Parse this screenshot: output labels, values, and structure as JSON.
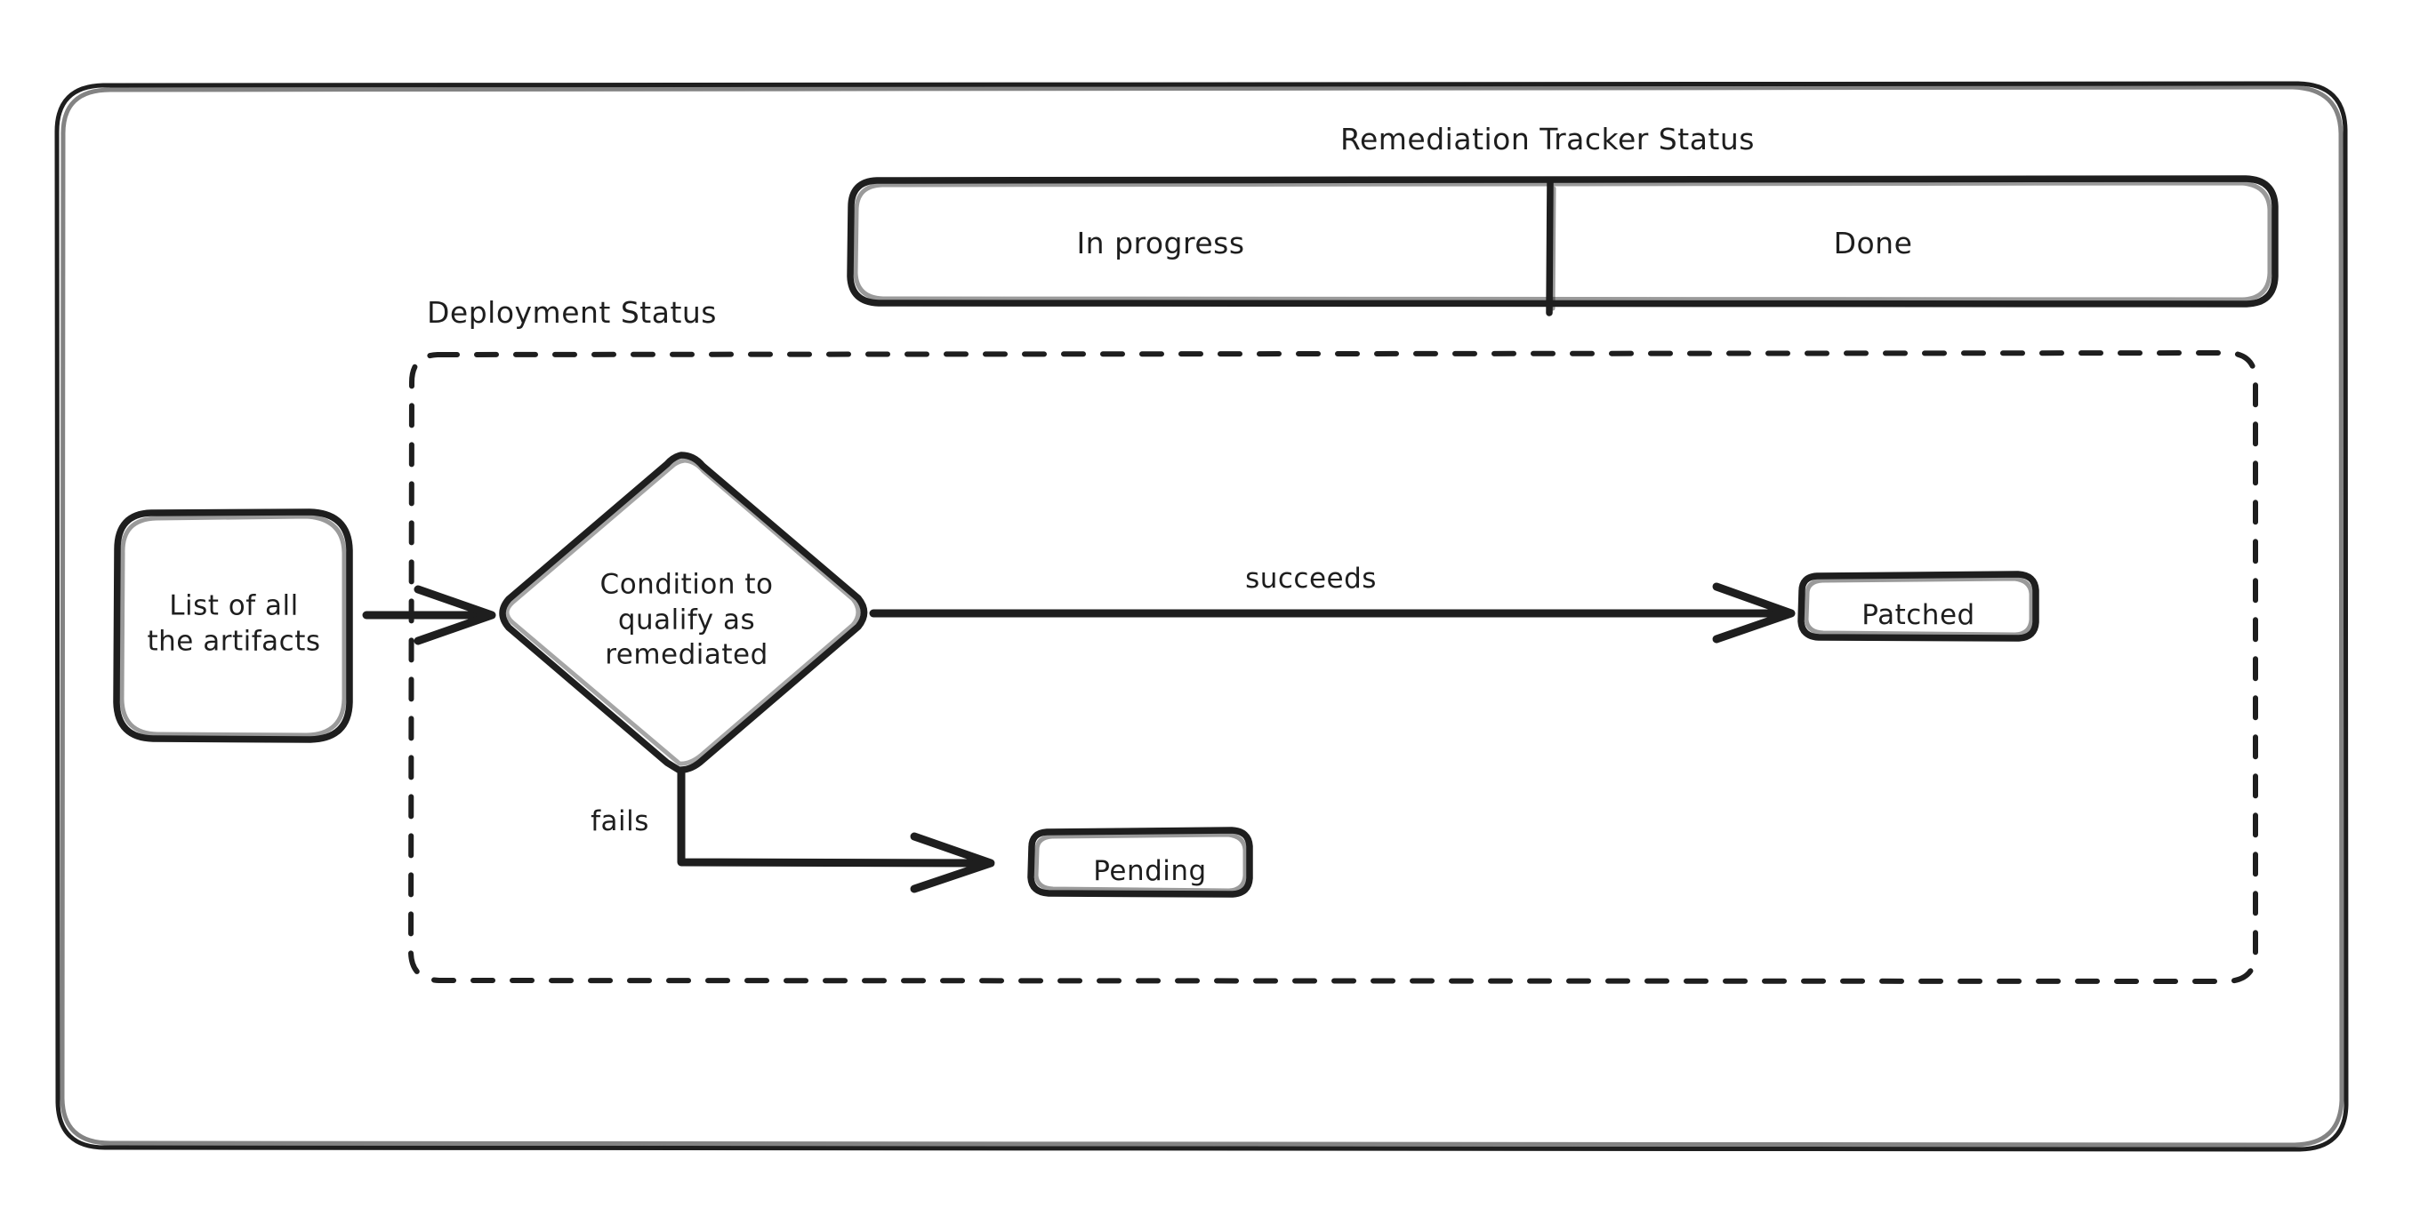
{
  "diagram": {
    "title_region": {
      "tracker_status_label": "Remediation Tracker Status",
      "deployment_status_label": "Deployment Status"
    },
    "tracker_lanes": [
      {
        "id": "in-progress",
        "label": "In progress"
      },
      {
        "id": "done",
        "label": "Done"
      }
    ],
    "nodes": [
      {
        "id": "artifacts",
        "label": "List of all\nthe artifacts",
        "shape": "rounded-rect"
      },
      {
        "id": "condition",
        "label": "Condition to\nqualify as\nremediated",
        "shape": "diamond"
      },
      {
        "id": "patched",
        "label": "Patched",
        "shape": "rounded-rect"
      },
      {
        "id": "pending",
        "label": "Pending",
        "shape": "rounded-rect"
      }
    ],
    "edges": [
      {
        "id": "artifacts-to-condition",
        "from": "artifacts",
        "to": "condition",
        "label": ""
      },
      {
        "id": "condition-succeeds",
        "from": "condition",
        "to": "patched",
        "label": "succeeds"
      },
      {
        "id": "condition-fails",
        "from": "condition",
        "to": "pending",
        "label": "fails"
      }
    ],
    "colors": {
      "stroke": "#1e1e1e",
      "background": "#ffffff",
      "text": "#1e1e1e"
    }
  }
}
